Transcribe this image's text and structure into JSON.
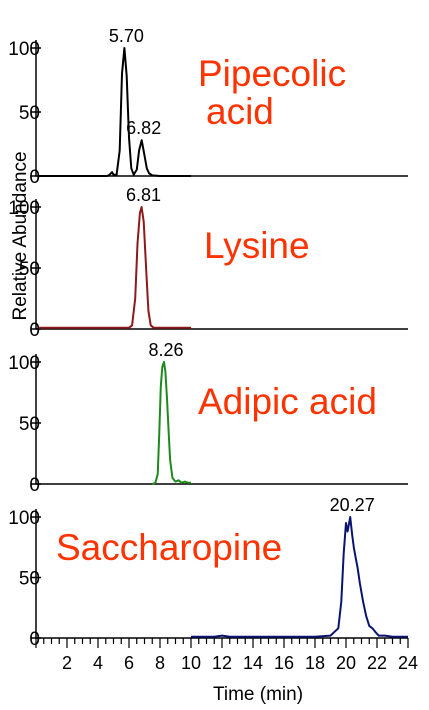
{
  "chart_data": {
    "type": "line",
    "xlabel": "Time (min)",
    "ylabel": "Relative Abundance",
    "xlim": [
      0,
      24
    ],
    "ylim": [
      0,
      100
    ],
    "x_ticks": [
      2,
      4,
      6,
      8,
      10,
      12,
      14,
      16,
      18,
      20,
      22,
      24
    ],
    "y_ticks": [
      0,
      50,
      100
    ],
    "grid": false,
    "panels": [
      {
        "compound": "Pipecolic\nacid",
        "color": "#000000",
        "label_color": "#ff3300",
        "peak_labels": [
          {
            "text": "5.70",
            "x": 5.7,
            "y": 100
          },
          {
            "text": "6.82",
            "x": 6.82,
            "y": 28
          }
        ],
        "x": [
          0.2,
          4.6,
          4.75,
          4.9,
          5.0,
          5.2,
          5.4,
          5.55,
          5.7,
          5.85,
          6.0,
          6.15,
          6.3,
          6.5,
          6.65,
          6.82,
          7.0,
          7.15,
          7.3,
          7.5,
          8.0,
          9.0,
          10.0
        ],
        "y": [
          0,
          0,
          1,
          3,
          1,
          1,
          20,
          80,
          100,
          78,
          30,
          6,
          1,
          5,
          20,
          28,
          16,
          6,
          2,
          0.5,
          0,
          0,
          0
        ]
      },
      {
        "compound": "Lysine",
        "color": "#8b1a1a",
        "label_color": "#ff3300",
        "peak_labels": [
          {
            "text": "6.81",
            "x": 6.81,
            "y": 100
          }
        ],
        "x": [
          0.2,
          6.0,
          6.2,
          6.4,
          6.55,
          6.7,
          6.81,
          6.95,
          7.1,
          7.25,
          7.4,
          7.6,
          8.0,
          10.0
        ],
        "y": [
          1,
          1,
          3,
          25,
          70,
          95,
          100,
          88,
          50,
          15,
          3,
          1,
          1,
          1
        ]
      },
      {
        "compound": "Adipic acid",
        "color": "#1e8a1e",
        "label_color": "#ff3300",
        "peak_labels": [
          {
            "text": "8.26",
            "x": 8.26,
            "y": 100
          }
        ],
        "x": [
          7.5,
          7.7,
          7.85,
          7.95,
          8.05,
          8.15,
          8.26,
          8.35,
          8.45,
          8.55,
          8.65,
          8.8,
          9.0,
          9.2,
          9.4,
          9.6,
          9.8,
          10.0
        ],
        "y": [
          0,
          1,
          8,
          40,
          80,
          96,
          100,
          92,
          70,
          45,
          20,
          5,
          2,
          3,
          1,
          2,
          1,
          1
        ]
      },
      {
        "compound": "Saccharopine",
        "color": "#0a1470",
        "label_color": "#ff3300",
        "peak_labels": [
          {
            "text": "20.27",
            "x": 20.27,
            "y": 100
          }
        ],
        "x": [
          10.0,
          11.5,
          12.0,
          12.5,
          14.0,
          16.0,
          18.0,
          19.0,
          19.5,
          19.7,
          19.85,
          20.0,
          20.1,
          20.27,
          20.4,
          20.5,
          20.6,
          20.75,
          20.9,
          21.1,
          21.3,
          21.5,
          21.7,
          21.9,
          22.1,
          22.5,
          23.0,
          24.0
        ],
        "y": [
          1,
          1,
          2,
          1,
          1,
          1,
          1,
          2,
          8,
          30,
          70,
          95,
          88,
          100,
          85,
          75,
          68,
          58,
          45,
          30,
          18,
          10,
          8,
          5,
          2,
          2,
          1,
          1
        ]
      }
    ]
  }
}
